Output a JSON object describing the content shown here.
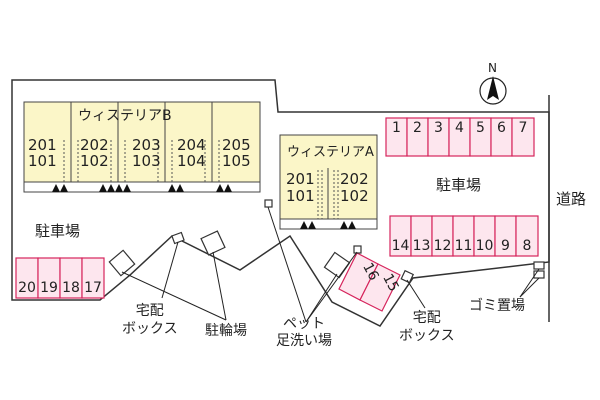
{
  "colors": {
    "building_fill": "#fbf6c8",
    "building_stroke": "#444444",
    "parking_fill": "#fde6ee",
    "parking_stroke": "#d6245c",
    "site_stroke": "#333333",
    "text": "#222222"
  },
  "compass": {
    "letter": "N",
    "icon": "north-arrow-icon"
  },
  "buildings": [
    {
      "name": "ウィステリアB",
      "units": [
        {
          "upper": "201",
          "lower": "101"
        },
        {
          "upper": "202",
          "lower": "102"
        },
        {
          "upper": "203",
          "lower": "103"
        },
        {
          "upper": "204",
          "lower": "104"
        },
        {
          "upper": "205",
          "lower": "105"
        }
      ]
    },
    {
      "name": "ウィステリアA",
      "units": [
        {
          "upper": "201",
          "lower": "101"
        },
        {
          "upper": "202",
          "lower": "102"
        }
      ]
    }
  ],
  "parking": {
    "top_right": [
      "1",
      "2",
      "3",
      "4",
      "5",
      "6",
      "7"
    ],
    "middle_right": [
      "14",
      "13",
      "12",
      "11",
      "10",
      "9",
      "8"
    ],
    "left": [
      "20",
      "19",
      "18",
      "17"
    ],
    "angled": [
      "16",
      "15"
    ]
  },
  "labels": {
    "parking_right": "駐車場",
    "parking_left": "駐車場",
    "road": "道路",
    "delivery_box_left": "宅配\nボックス",
    "bicycle_parking": "駐輪場",
    "pet_wash": "ペット\n足洗い場",
    "delivery_box_right": "宅配\nボックス",
    "garbage": "ゴミ置場"
  }
}
